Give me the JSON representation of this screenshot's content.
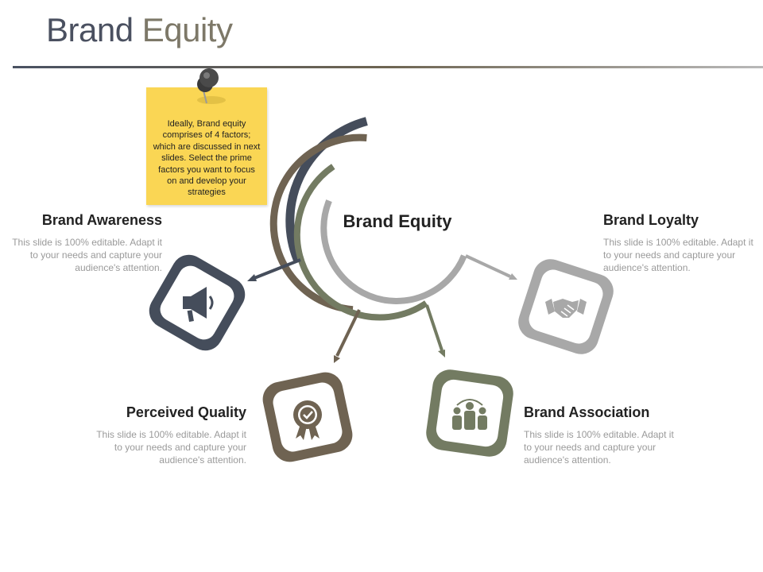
{
  "slide": {
    "title": "Brand Equity"
  },
  "note": {
    "text": "Ideally, Brand equity comprises of 4 factors; which are discussed in next slides. Select the prime factors you want to focus on and develop your strategies"
  },
  "center": {
    "label": "Brand Equity"
  },
  "factors": [
    {
      "title": "Brand Awareness",
      "description": "This slide is 100% editable. Adapt it to your needs and capture your audience's attention.",
      "icon": "megaphone-icon",
      "color": "#454d5b"
    },
    {
      "title": "Perceived Quality",
      "description": "This slide is 100% editable. Adapt it to your needs and capture your audience's attention.",
      "icon": "quality-badge-icon",
      "color": "#6f6352"
    },
    {
      "title": "Brand Association",
      "description": "This slide is 100% editable. Adapt it to your needs and capture your audience's attention.",
      "icon": "team-icon",
      "color": "#737b62"
    },
    {
      "title": "Brand Loyalty",
      "description": "This slide is 100% editable. Adapt it to your needs and capture your audience's attention.",
      "icon": "handshake-icon",
      "color": "#a8a8a8"
    }
  ]
}
